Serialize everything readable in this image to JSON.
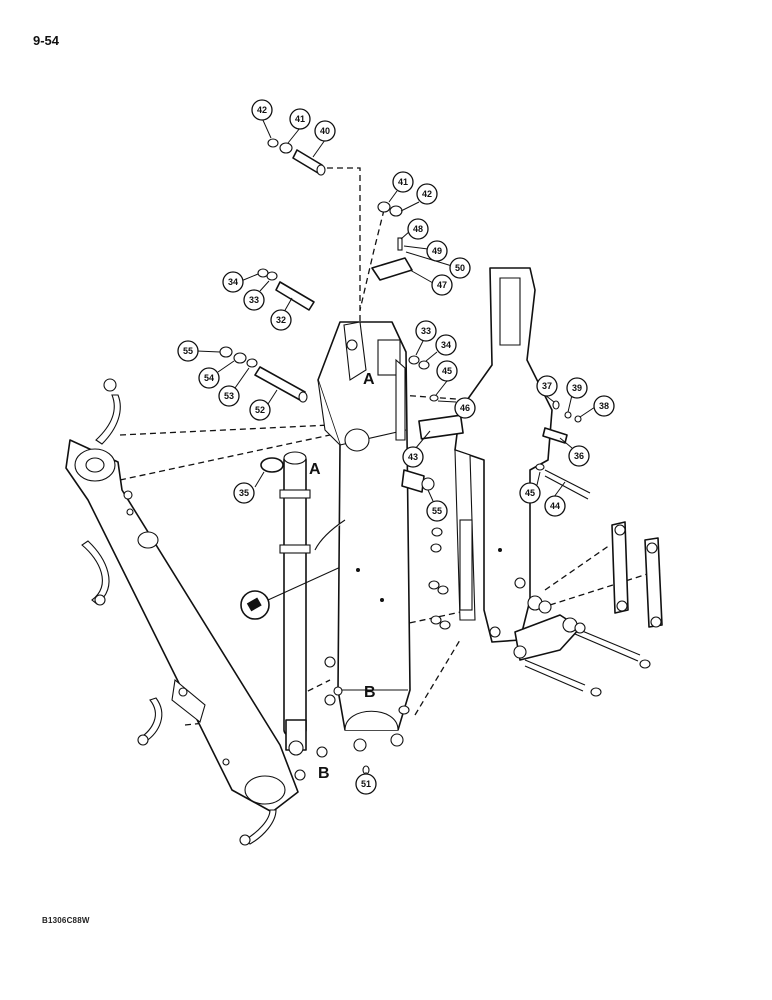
{
  "page_number": "9-54",
  "drawing_code": "B1306C88W",
  "reference_letters": [
    "A",
    "B"
  ],
  "callouts": [
    "32",
    "33",
    "34",
    "35",
    "36",
    "37",
    "38",
    "39",
    "40",
    "41",
    "42",
    "43",
    "44",
    "45",
    "46",
    "47",
    "48",
    "49",
    "50",
    "51",
    "52",
    "53",
    "54",
    "55"
  ]
}
